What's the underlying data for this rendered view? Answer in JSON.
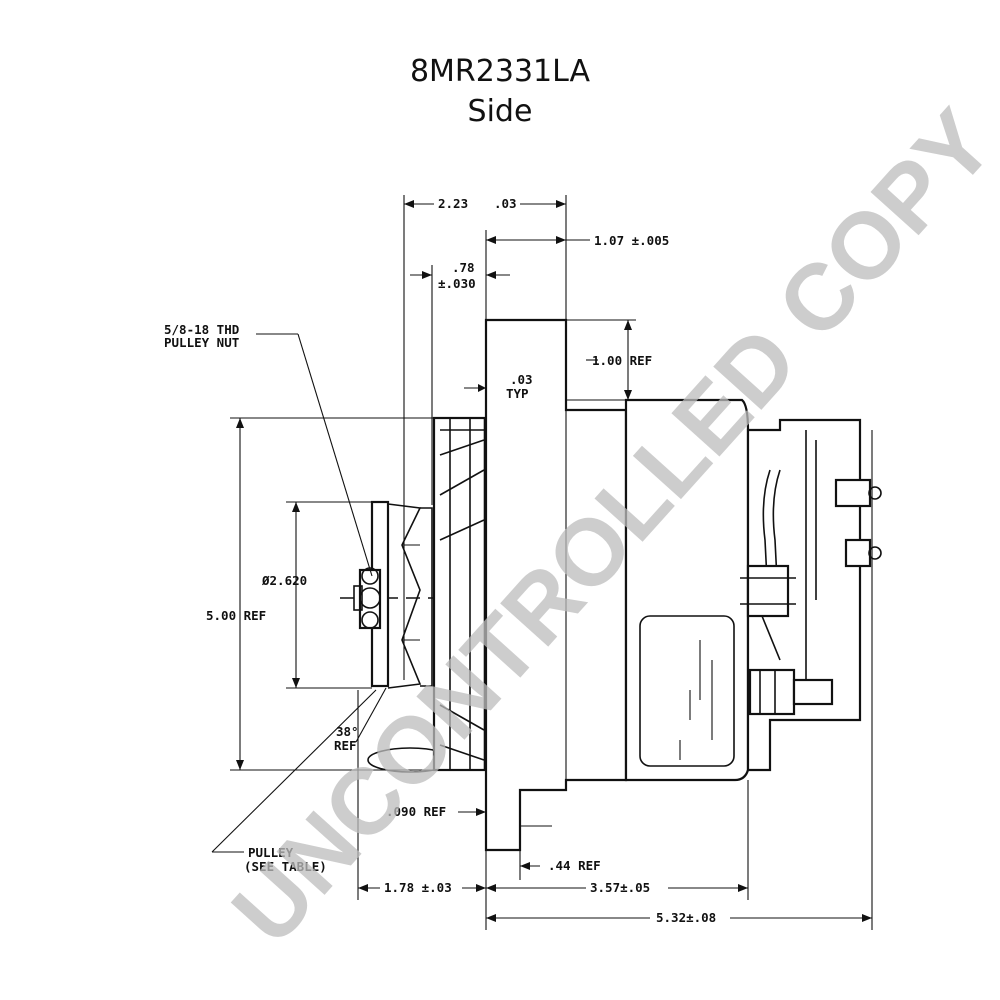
{
  "title": {
    "part_number": "8MR2331LA",
    "view": "Side"
  },
  "dimensions": {
    "d_2_23": "2.23",
    "d_03_top": ".03",
    "d_1_07": "1.07 ±.005",
    "d_78": ".78",
    "d_78_tol": "±.030",
    "d_1_00_ref": "1.00 REF",
    "d_03_typ": ".03",
    "d_typ": "TYP",
    "d_pulley_dia": "Ø2.620",
    "d_5_00_ref": "5.00 REF",
    "d_38_ref": "38°",
    "d_ref": "REF",
    "d_090_ref": ".090 REF",
    "d_44_ref": ".44 REF",
    "d_1_78": "1.78 ±.03",
    "d_3_57": "3.57±.05",
    "d_5_32": "5.32±.08"
  },
  "callouts": {
    "pulley_nut_line1": "5/8-18 THD",
    "pulley_nut_line2": "PULLEY NUT",
    "pulley_line1": "PULLEY",
    "pulley_line2": "(SEE TABLE)"
  },
  "watermark": "UNCONTROLLED COPY"
}
